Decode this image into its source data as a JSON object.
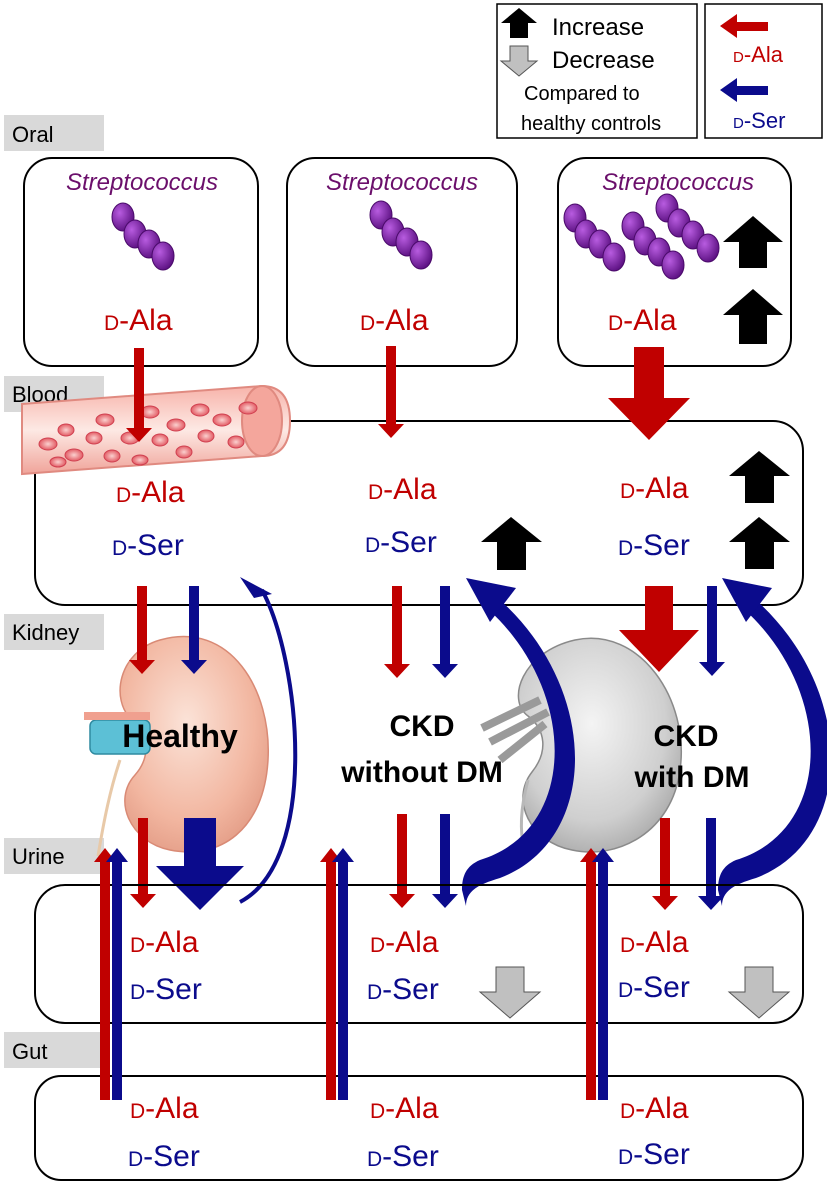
{
  "legend": {
    "increase_label": "Increase",
    "decrease_label": "Decrease",
    "note_line1": "Compared to",
    "note_line2": "healthy controls",
    "d_ala_key": "-Ala",
    "d_ser_key": "-Ser"
  },
  "sections": {
    "oral": "Oral",
    "blood": "Blood",
    "kidney": "Kidney",
    "urine": "Urine",
    "gut": "Gut"
  },
  "amino_acids": {
    "prefix": "D",
    "ala": "-Ala",
    "ser": "-Ser"
  },
  "oral": {
    "bacteria_label": "Streptococcus"
  },
  "groups": {
    "healthy": "Healthy",
    "ckd_line1": "CKD",
    "ckd_without_dm_line2": "without DM",
    "ckd_with_dm_line2": "with DM"
  },
  "colors": {
    "d_ala": "#c00000",
    "d_ser": "#0b0b8c",
    "increase": "#000000",
    "decrease": "#c0c0c0",
    "bacteria": "#7a1fa8",
    "section_tag": "#d9d9d9"
  }
}
